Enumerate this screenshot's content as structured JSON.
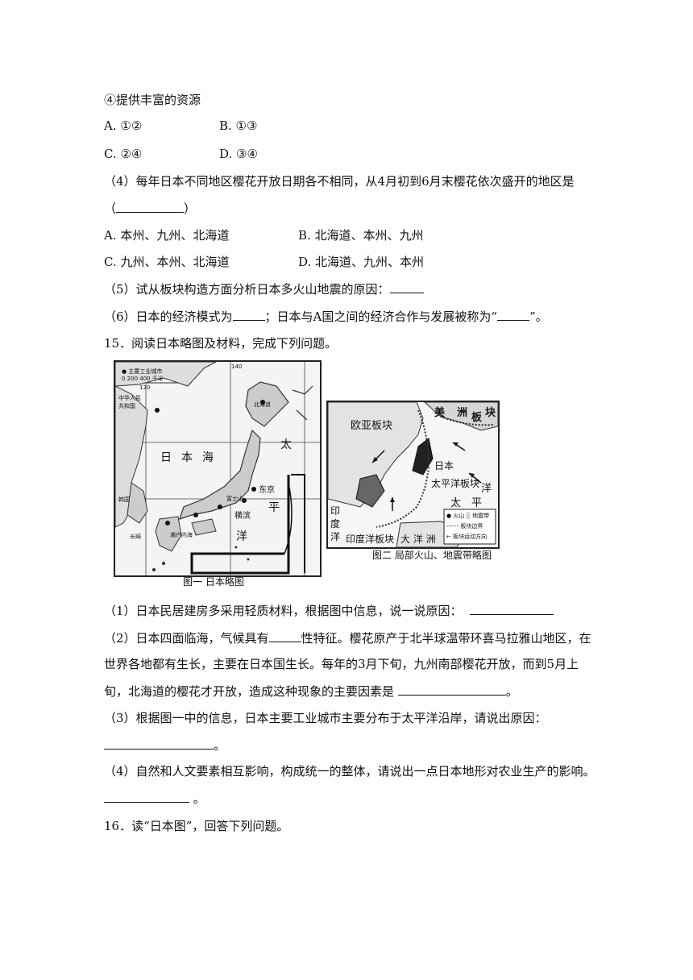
{
  "q14_tail": {
    "item4": "④提供丰富的资源",
    "opts": {
      "A": "A. ①②",
      "B": "B. ①③",
      "C": "C. ②④",
      "D": "D. ③④"
    },
    "sub4_line1": "（4）每年日本不同地区樱花开放日期各不相同，从4月初到6月末樱花依次盛开的地区是",
    "sub4_open": "（",
    "sub4_close": "）",
    "sub4_opts": {
      "A": "A. 本州、九州、北海道",
      "B": "B. 北海道、本州、九州",
      "C": "C. 九州、本州、北海道",
      "D": "D. 北海道、九州、本州"
    },
    "sub5": "（5）试从板块构造方面分析日本多火山地震的原因：",
    "sub6_a": "（6）日本的经济模式为",
    "sub6_b": "；日本与A国之间的经济合作与发展被称为“",
    "sub6_c": "”。"
  },
  "q15": {
    "stem": "15．阅读日本略图及材料，完成下列问题。",
    "fig1": {
      "caption": "图一 日本略图",
      "legend_title": "● 主要工业城市",
      "scale": "0   200   400 千米",
      "labels": {
        "china": "中华人民共和国",
        "korea": "韩国",
        "sea": "日本海",
        "hokkaido": "北海道",
        "tokyo": "东京",
        "yokohama": "横滨",
        "fuji": "富士山",
        "setonaikai": "濑户内海",
        "ping": "平",
        "yang": "洋",
        "tai": "太",
        "nagasaki": "长崎",
        "lon130": "130",
        "lon140": "140"
      }
    },
    "fig2": {
      "caption": "图二 局部火山、地震带略图",
      "labels": {
        "eurasia": "欧亚板块",
        "japan": "日本",
        "pacific_plate": "太平洋板块",
        "pacific_ocean_1": "太",
        "pacific_ocean_2": "平",
        "pacific_ocean_3": "洋",
        "america": "美",
        "continent": "洲",
        "plate": "板",
        "block": "块",
        "india1": "印",
        "india2": "度",
        "india3": "洋",
        "indian_plate": "印度洋板块",
        "oceania": "大 洋 洲"
      },
      "legend": [
        "● 火山  ░ 地震带",
        "------ 板块边界",
        "← 板块运动方向"
      ]
    },
    "sub1": "（1）日本民居建房多采用轻质材料，根据图中信息，说一说原因：",
    "sub2_a": "（2）日本四面临海，气候具有",
    "sub2_b": "性特征。樱花原产于北半球温带环喜马拉雅山地区，在",
    "sub2_line2": "世界各地都有生长，主要在日本国生长。每年的3月下旬，九州南部樱花开放，而到5月上",
    "sub2_line3": "旬，北海道的樱花才开放，造成这种现象的主要因素是",
    "sub2_end": "。",
    "sub3_line1": "（3）根据图一中的信息，日本主要工业城市主要分布于太平洋沿岸，请说出原因：",
    "sub3_end": "。",
    "sub4_line1": "（4）自然和人文要素相互影响，构成统一的整体，请说出一点日本地形对农业生产的影响。",
    "sub4_end": "。"
  },
  "q16": {
    "stem": "16．读“日本图”，回答下列问题。"
  }
}
